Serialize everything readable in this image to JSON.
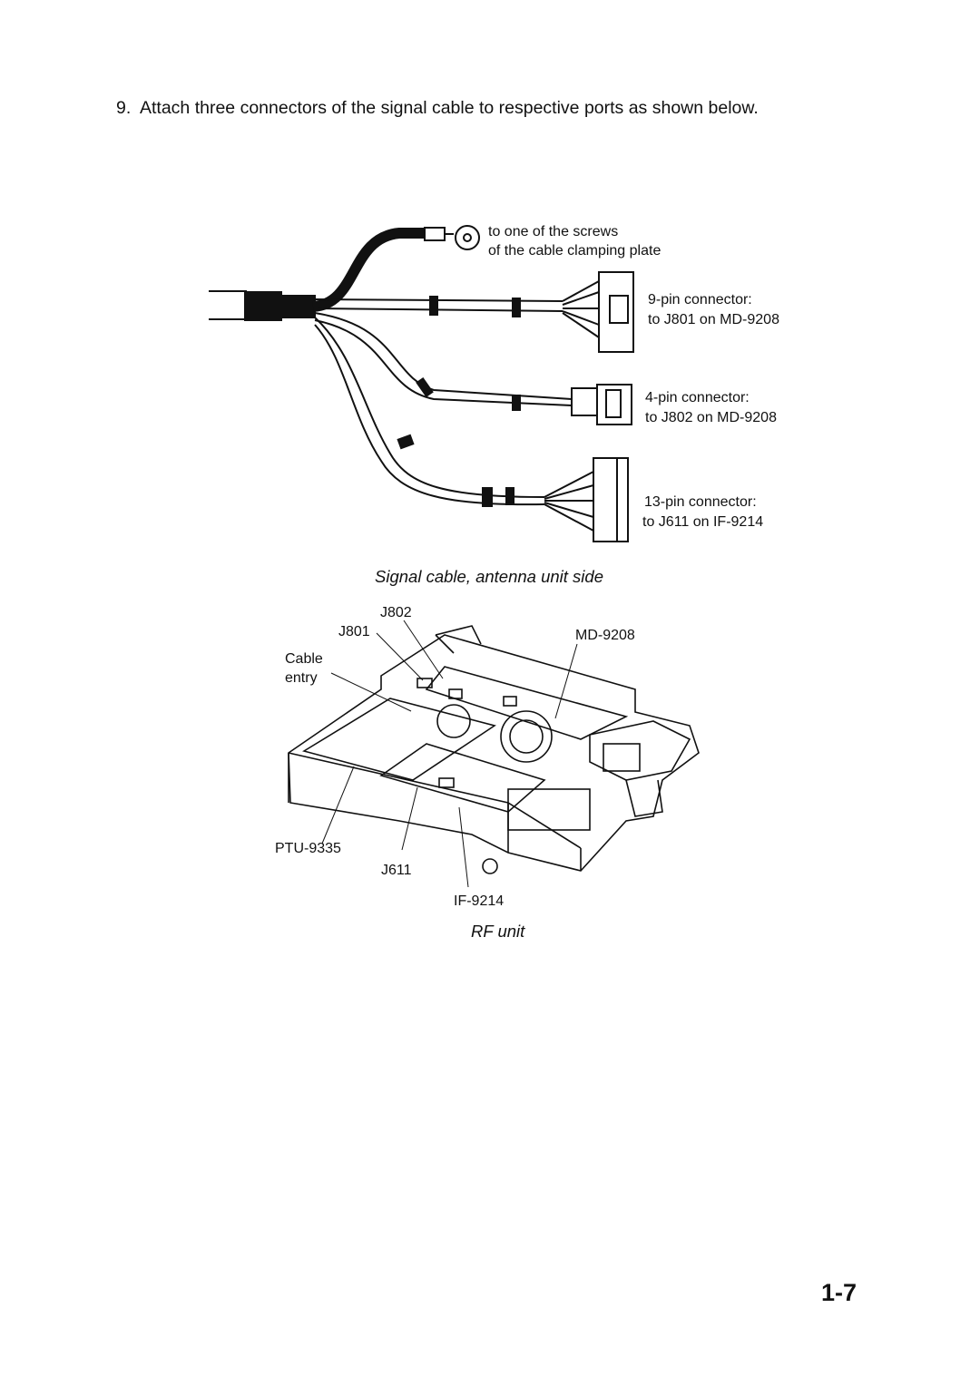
{
  "step": {
    "number": "9.",
    "text": "Attach three connectors of the signal cable to respective ports as shown below."
  },
  "figure1": {
    "caption": "Signal cable, antenna unit side",
    "screw_label": [
      "to one of the screws",
      "of the cable clamping plate"
    ],
    "connectors": [
      {
        "name": "9-pin connector:",
        "target": "to J801 on MD-9208"
      },
      {
        "name": "4-pin connector:",
        "target": "to J802 on MD-9208"
      },
      {
        "name": "13-pin connector:",
        "target": "to J611 on IF-9214"
      }
    ]
  },
  "figure2": {
    "caption": "RF unit",
    "labels": {
      "j802": "J802",
      "j801": "J801",
      "cable_entry": [
        "Cable",
        "entry"
      ],
      "md": "MD-9208",
      "ptu": "PTU-9335",
      "j611": "J611",
      "if": "IF-9214"
    }
  },
  "page_number": "1-7"
}
